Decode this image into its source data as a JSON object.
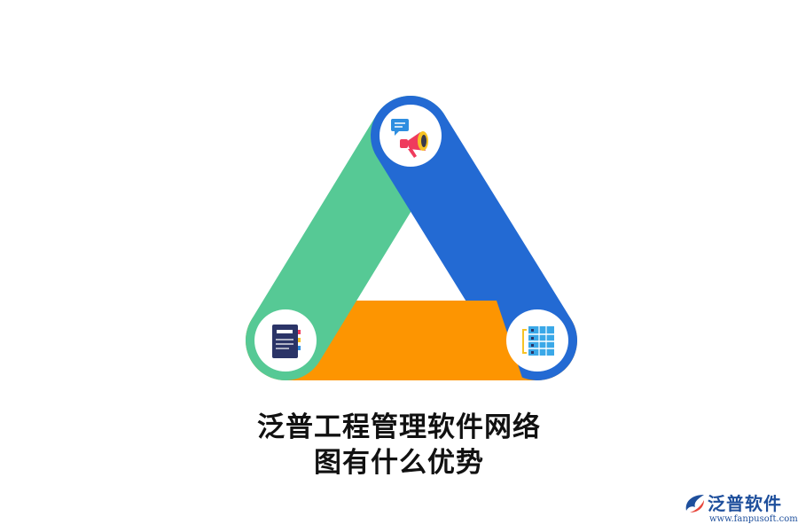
{
  "title": {
    "line1": "泛普工程管理软件网络",
    "line2": "图有什么优势"
  },
  "logo": {
    "brand": "泛普软件",
    "url": "www.fanpusoft.com"
  },
  "colors": {
    "green_band": "#56c995",
    "blue_band": "#236ad3",
    "orange_band": "#fd9501",
    "node_fill": "#ffffff",
    "brand": "#1e4f9c"
  },
  "nodes": {
    "top": {
      "icon": "megaphone-icon"
    },
    "bottom_left": {
      "icon": "notebook-icon"
    },
    "bottom_right": {
      "icon": "server-rack-icon"
    }
  }
}
